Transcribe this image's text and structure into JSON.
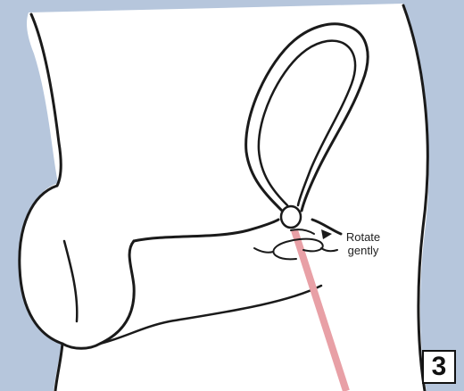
{
  "diagram": {
    "annotation": {
      "line1": "Rotate",
      "line2": "gently"
    },
    "step_number": "3",
    "colors": {
      "background": "#b6c6dc",
      "figure_fill": "#ffffff",
      "outline": "#1a1a1a",
      "swab": "#e8a0a6"
    },
    "icons": {
      "rotation": "rotation-arrow-icon"
    }
  }
}
